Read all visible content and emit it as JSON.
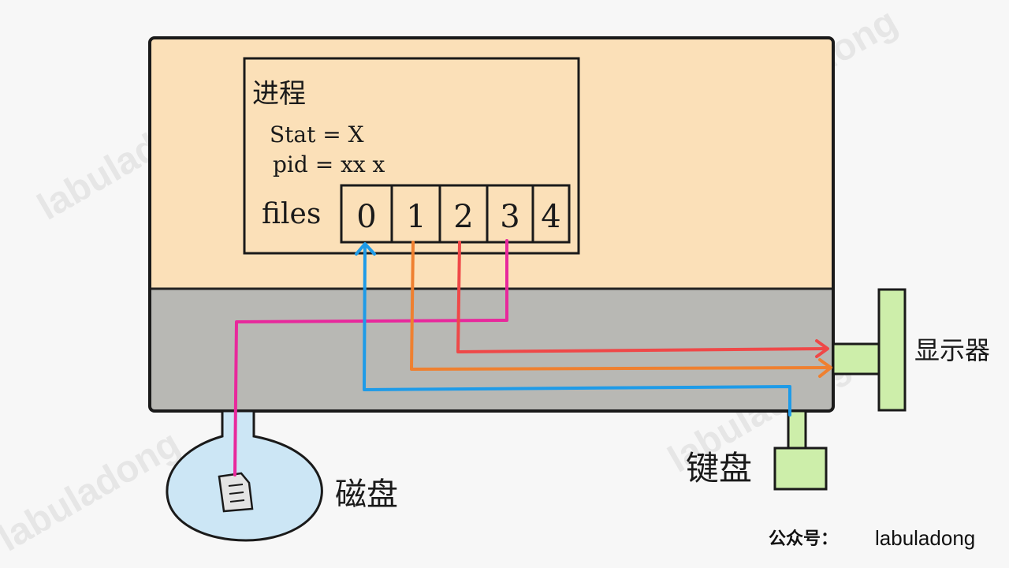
{
  "process": {
    "title": "进程",
    "stat": "Stat = X",
    "pid": "pid = xx x",
    "files_label": "files",
    "fds": [
      "0",
      "1",
      "2",
      "3",
      "4"
    ]
  },
  "devices": {
    "disk": "磁盘",
    "keyboard": "键盘",
    "monitor": "显示器"
  },
  "footer": {
    "label": "公众号：",
    "brand": "labuladong"
  },
  "watermark": "labuladong",
  "colors": {
    "process_area": "#fbe0b8",
    "kernel_area": "#b8b8b4",
    "disk": "#cce6f5",
    "device": "#cdeeaa",
    "fd0_blue": "#1e9be8",
    "fd1_orange": "#ef8030",
    "fd2_red": "#ef4848",
    "fd3_pink": "#e8289c"
  }
}
